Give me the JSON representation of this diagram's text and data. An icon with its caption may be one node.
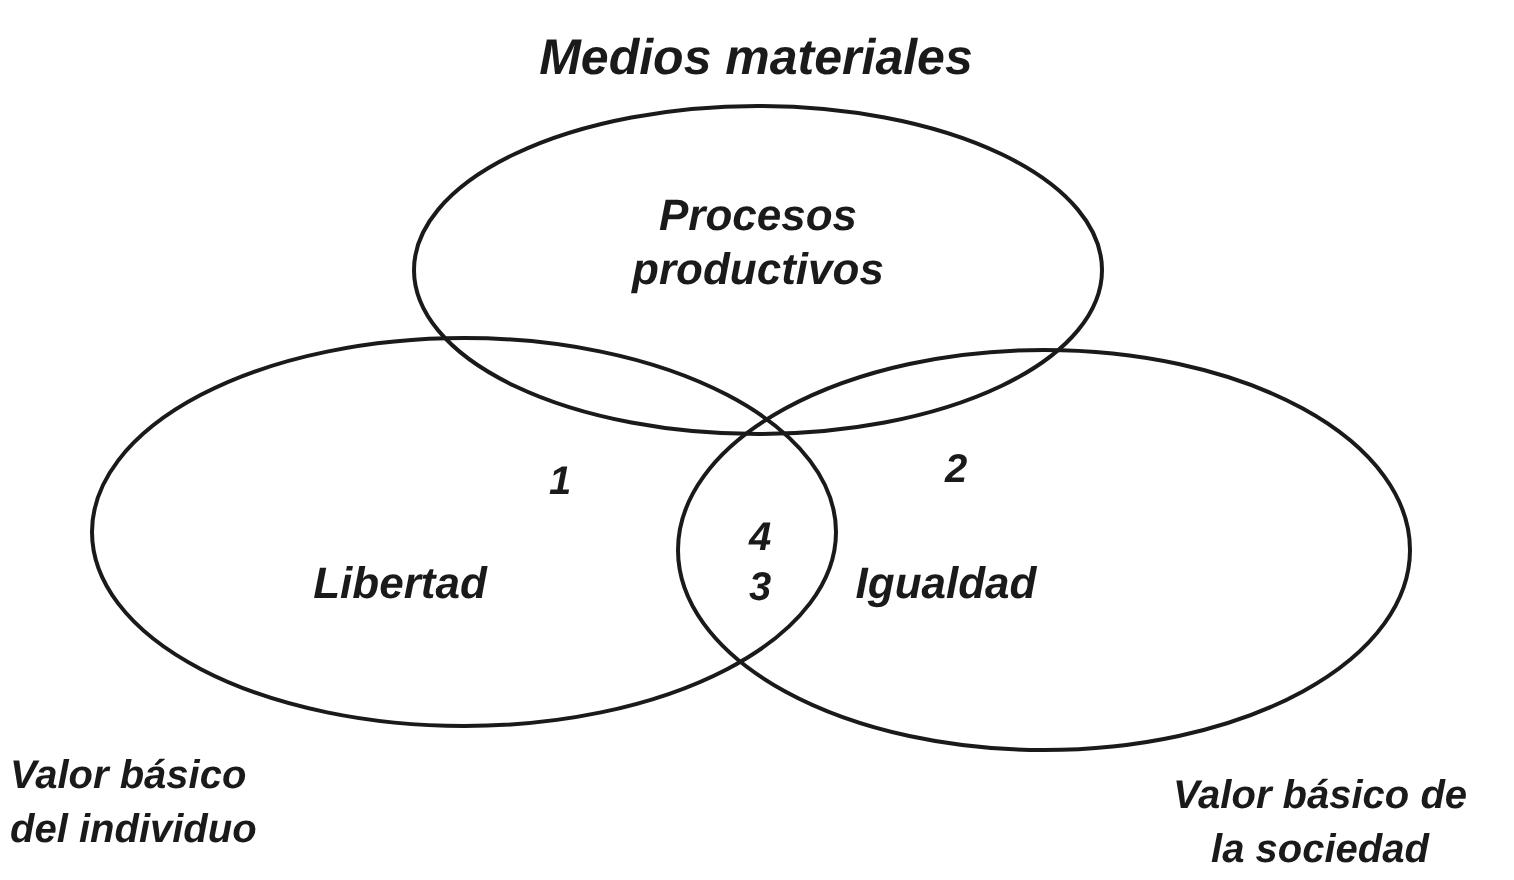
{
  "diagram": {
    "nodes": [
      {
        "text": [
          "Procesos productivos"
        ],
        "beside": [
          "Medios materiales"
        ]
      },
      {
        "text": [
          "Libertad"
        ],
        "beside": [
          "Valor básico del individuo"
        ]
      },
      {
        "text": [
          "Igualdad"
        ],
        "beside": [
          "Valor básico de la sociedad"
        ]
      }
    ],
    "labels": [
      "1",
      "2",
      "4",
      "3"
    ]
  }
}
